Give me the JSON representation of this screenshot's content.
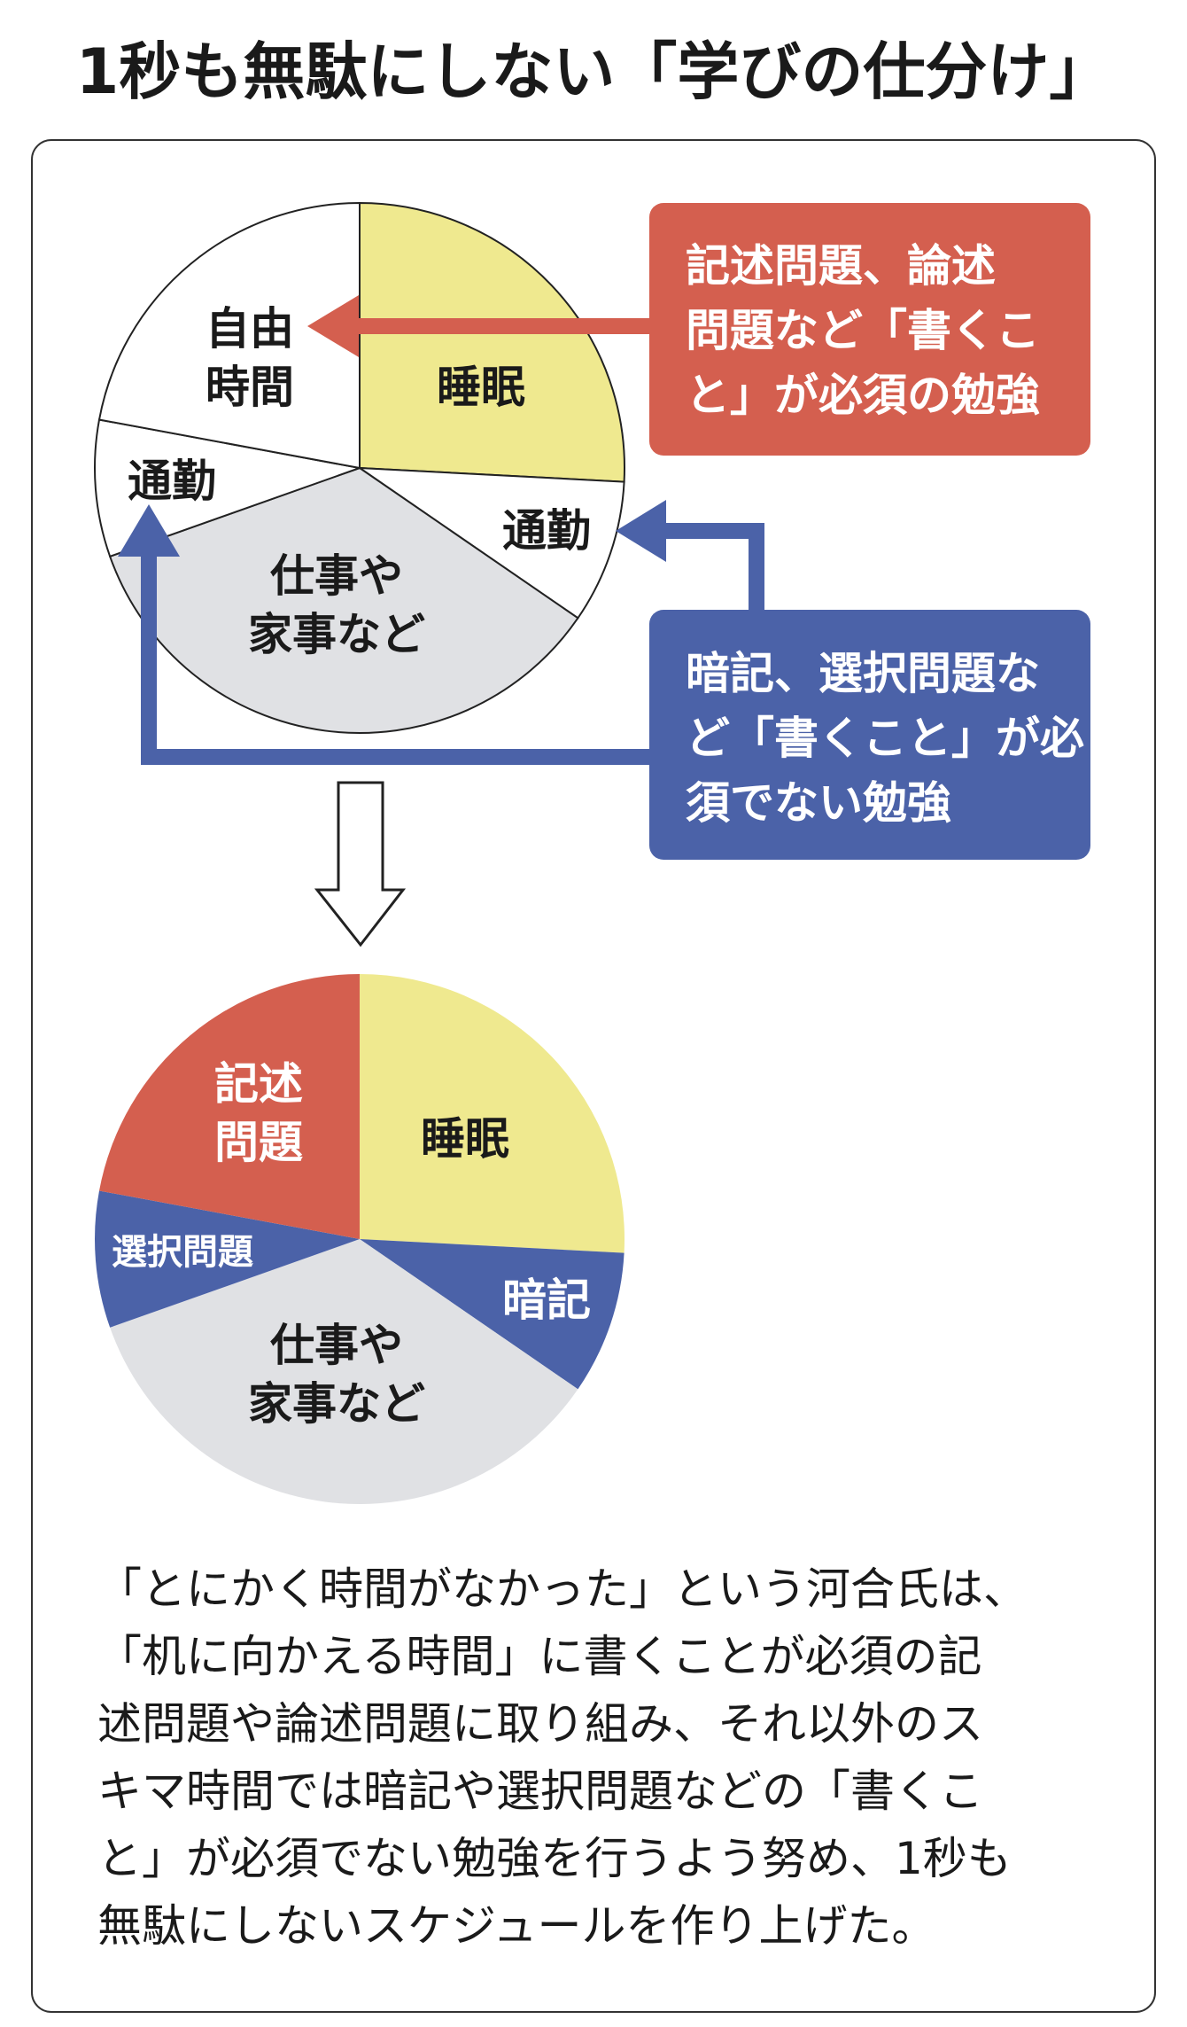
{
  "title": "1秒も無駄にしない「学びの仕分け」",
  "colors": {
    "sleep": "#efe98f",
    "free": "#ffffff",
    "work": "#e0e1e4",
    "red": "#d45f4f",
    "blue": "#4b62a8"
  },
  "chart_data": [
    {
      "type": "pie",
      "title": "before",
      "categories": [
        "睡眠",
        "通勤",
        "仕事や家事など",
        "通勤",
        "自由時間"
      ],
      "values": [
        6.2,
        2.1,
        8.4,
        2.0,
        5.3
      ],
      "colors": [
        "#efe98f",
        "#ffffff",
        "#e0e1e4",
        "#ffffff",
        "#ffffff"
      ]
    },
    {
      "type": "pie",
      "title": "after",
      "categories": [
        "睡眠",
        "暗記",
        "仕事や家事など",
        "選択問題",
        "記述問題"
      ],
      "values": [
        6.2,
        2.1,
        8.4,
        2.0,
        5.3
      ],
      "colors": [
        "#efe98f",
        "#4b62a8",
        "#e0e1e4",
        "#4b62a8",
        "#d45f4f"
      ]
    }
  ],
  "top_pie": {
    "free_1": "自由",
    "free_2": "時間",
    "sleep": "睡眠",
    "commute_left": "通勤",
    "commute_right": "通勤",
    "work_1": "仕事や",
    "work_2": "家事など"
  },
  "bottom_pie": {
    "essay_1": "記述",
    "essay_2": "問題",
    "sleep": "睡眠",
    "choice": "選択問題",
    "memorize": "暗記",
    "work_1": "仕事や",
    "work_2": "家事など"
  },
  "callout_red": [
    "記述問題、論述",
    "問題など「書くこ",
    "と」が必須の勉強"
  ],
  "callout_blue": [
    "暗記、選択問題な",
    "ど「書くこと」が必",
    "須でない勉強"
  ],
  "paragraph": [
    "「とにかく時間がなかった」という河合氏は、",
    "「机に向かえる時間」に書くことが必須の記",
    "述問題や論述問題に取り組み、それ以外のス",
    "キマ時間では暗記や選択問題などの「書くこ",
    "と」が必須でない勉強を行うよう努め、1秒も",
    "無駄にしないスケジュールを作り上げた。"
  ]
}
